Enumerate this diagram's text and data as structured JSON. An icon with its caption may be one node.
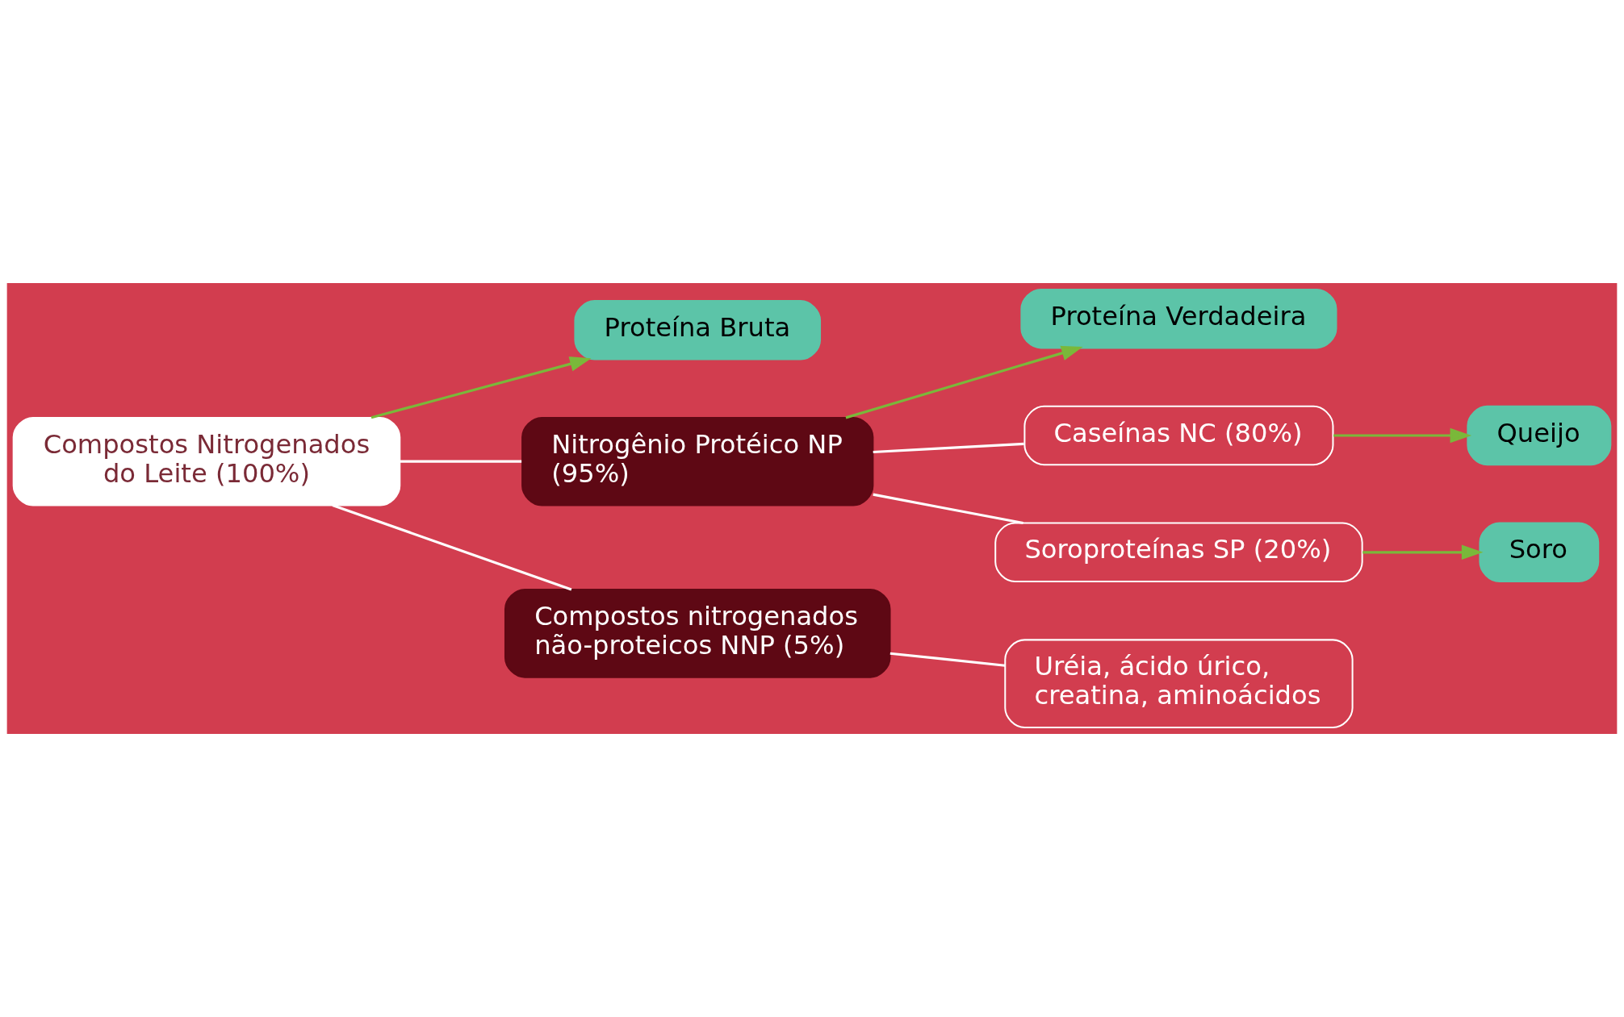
{
  "diagram": {
    "nodes": [
      {
        "text": [
          "Compostos Nitrogenados do Leite (100%)"
        ]
      },
      {
        "text": [
          "Proteína Bruta"
        ]
      },
      {
        "text": [
          "Nitrogênio Protéico NP (95%)"
        ]
      },
      {
        "text": [
          "Proteína Verdadeira"
        ]
      },
      {
        "text": [
          "Caseínas NC (80%)"
        ]
      },
      {
        "text": [
          "Soroproteínas SP (20%)"
        ]
      },
      {
        "text": [
          "Queijo"
        ]
      },
      {
        "text": [
          "Soro"
        ]
      },
      {
        "text": [
          "Compostos nitrogenados não-proteicos NNP (5%)"
        ]
      },
      {
        "text": [
          "Uréia, ácido úrico, creatina, aminoácidos"
        ]
      }
    ],
    "edges": [
      {
        "from": 0,
        "to": 1,
        "arrow": "to",
        "color": "#7ab83a"
      },
      {
        "from": 0,
        "to": 2,
        "arrow": "none"
      },
      {
        "from": 2,
        "to": 3,
        "arrow": "to",
        "color": "#7ab83a"
      },
      {
        "from": 2,
        "to": 4,
        "arrow": "none"
      },
      {
        "from": 2,
        "to": 5,
        "arrow": "none"
      },
      {
        "from": 4,
        "to": 6,
        "arrow": "to",
        "color": "#7ab83a"
      },
      {
        "from": 5,
        "to": 7,
        "arrow": "to",
        "color": "#7ab83a"
      },
      {
        "from": 0,
        "to": 8,
        "arrow": "none"
      },
      {
        "from": 8,
        "to": 9,
        "arrow": "none"
      }
    ]
  }
}
